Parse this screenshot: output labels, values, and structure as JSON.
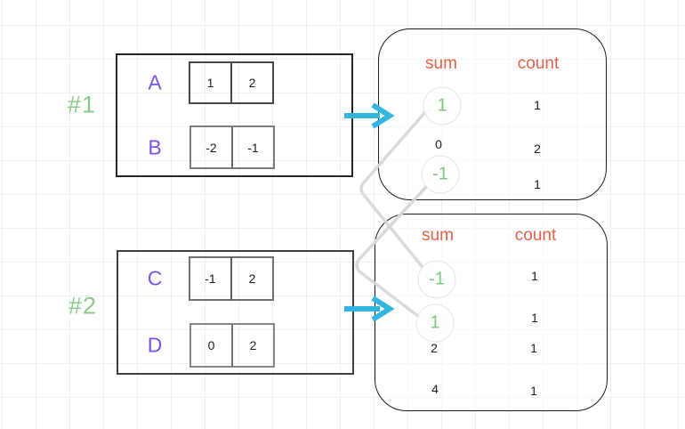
{
  "diagram": {
    "examples": [
      {
        "label": "#1",
        "arrays": [
          {
            "name": "A",
            "cells": [
              "1",
              "2"
            ]
          },
          {
            "name": "B",
            "cells": [
              "-2",
              "-1"
            ]
          }
        ],
        "result_table": {
          "sum_header": "sum",
          "count_header": "count",
          "rows": [
            {
              "sum": "1",
              "count": "1",
              "circled": true
            },
            {
              "sum": "0",
              "count": "2",
              "circled": false
            },
            {
              "sum": "-1",
              "count": "1",
              "circled": true
            }
          ]
        }
      },
      {
        "label": "#2",
        "arrays": [
          {
            "name": "C",
            "cells": [
              "-1",
              "2"
            ]
          },
          {
            "name": "D",
            "cells": [
              "0",
              "2"
            ]
          }
        ],
        "result_table": {
          "sum_header": "sum",
          "count_header": "count",
          "rows": [
            {
              "sum": "-1",
              "count": "1",
              "circled": true
            },
            {
              "sum": "1",
              "count": "1",
              "circled": true
            },
            {
              "sum": "2",
              "count": "1",
              "circled": false
            },
            {
              "sum": "4",
              "count": "1",
              "circled": false
            }
          ]
        }
      }
    ],
    "connections": [
      {
        "from": "example1 sum 1",
        "to": "example2 sum -1"
      },
      {
        "from": "example1 sum -1",
        "to": "example2 sum 1"
      }
    ],
    "colors": {
      "array_name": "#7b52e8",
      "example_label": "#8bc98b",
      "table_header": "#e4604b",
      "circled_value": "#7ec87e",
      "arrow": "#33b5e0",
      "connector": "#d8d8d8",
      "value_text": "#1b1b1b"
    }
  }
}
